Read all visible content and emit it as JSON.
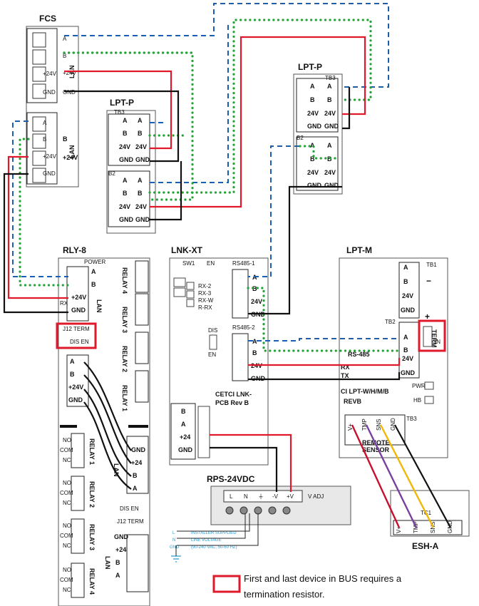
{
  "devices": {
    "fcs": "FCS",
    "lpt_p_left": "LPT-P",
    "lpt_p_right": "LPT-P",
    "rly8": "RLY-8",
    "lnk_xt": "LNK-XT",
    "lpt_m": "LPT-M",
    "rps": "RPS-24VDC",
    "esh": "ESH-A"
  },
  "terminals": {
    "a": "A",
    "b": "B",
    "plus24v": "+24V",
    "v24": "24V",
    "gnd": "GND",
    "lan": "LAN",
    "plus24": "+24",
    "tb3": "TB3",
    "b2": "B2",
    "power": "POWER",
    "tb1": "TB1",
    "tb2": "TB2",
    "tb3b": "TB3"
  },
  "rly8": {
    "j12_term": "J12 TERM",
    "dis_en": "DIS  EN",
    "relays": [
      "RELAY 4",
      "RELAY 3",
      "RELAY 2",
      "RELAY 1"
    ],
    "relays_lower": [
      "RELAY 1",
      "RELAY 2",
      "RELAY 3",
      "RELAY 4"
    ],
    "no": "NO",
    "com": "COM",
    "nc": "NC",
    "rx": "RX",
    "lower_j12": "J12 TERM",
    "lower_dis_en": "DIS  EN"
  },
  "lnk": {
    "rs485_1": "RS485-1",
    "rs485_2": "RS485-2",
    "leds": [
      "RX-2",
      "RX-3",
      "RX-W",
      "R-RX"
    ],
    "board": "CETCI LNK-",
    "board2": "PCB Rev B",
    "sw1": "SW1",
    "en": "EN",
    "dis": "DIS",
    "v24": "24V",
    "gnd": "GND",
    "plus24": "+24"
  },
  "lptm": {
    "rs485": "RS-485",
    "rx": "RX",
    "tx": "TX",
    "board": "CI LPT-W/H/M/B",
    "rev": "REVB",
    "pwr": "PWR",
    "hb": "HB",
    "remote": "REMOTE",
    "sensor": "SENSOR",
    "term": "TERM",
    "in": "IN",
    "minus": "−",
    "plus": "+",
    "sensor_pins": [
      "V+",
      "TMP",
      "SNS",
      "GND"
    ]
  },
  "rps": {
    "pins": [
      "L",
      "N",
      "⏚",
      "-V",
      "+V"
    ],
    "adj": "V ADJ",
    "notes": [
      "INSTALLER SUPPLIED",
      "LINE VOLTAGE",
      "(90-240 VAC, 50-60 HZ)"
    ],
    "gnd_tags": [
      "L",
      "N",
      "GND"
    ]
  },
  "esh_pins": [
    "V+",
    "TMP",
    "SNS",
    "GND"
  ],
  "esh_tag": "TC1",
  "legend": {
    "line1": "First and last device in BUS requires a",
    "line2": "termination resistor."
  },
  "colors": {
    "red": "#e0182c",
    "black": "#111111",
    "blue": "#1c5fae",
    "green": "#22a336",
    "yellow": "#f2b705",
    "purple": "#7b3fa0"
  }
}
